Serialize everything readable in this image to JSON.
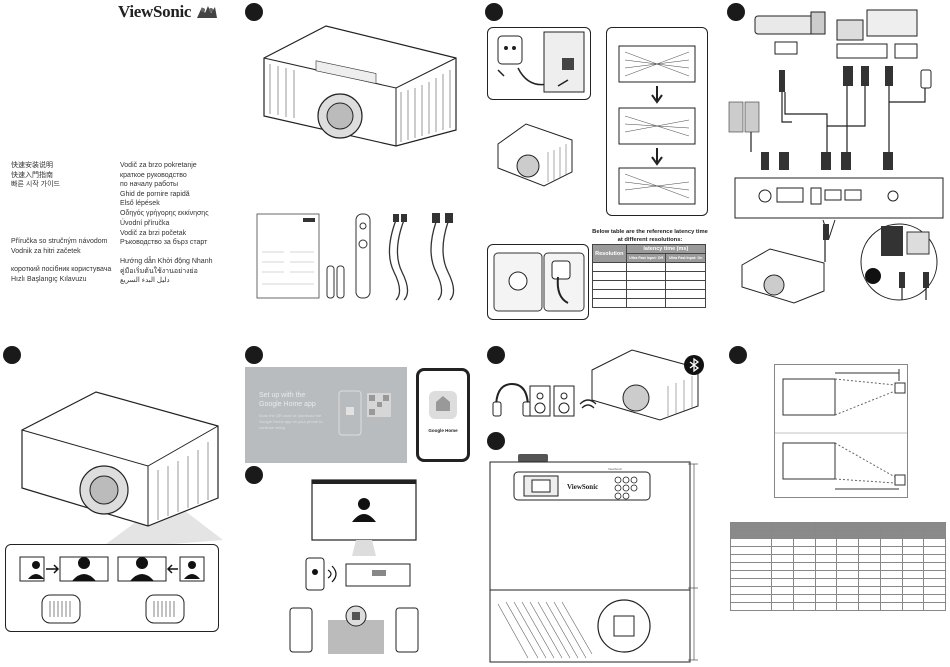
{
  "brand": {
    "name": "ViewSonic"
  },
  "languages": {
    "left_block_1": [
      "快速安装说明",
      "快速入門指南",
      "빠른 시작 가이드"
    ],
    "left_block_2": [
      "Příručka so stručným návodom",
      "Vodnik za hitri začetek"
    ],
    "left_block_3": [
      "короткий посібник користувача",
      "Hızlı Başlangıç Kılavuzu"
    ],
    "right_block_1": [
      "Vodič za brzo pokretanje",
      "краткое руководство",
      "по началу работы",
      "Ghid de pornire rapidă",
      "Első lépések",
      "Οδηγός γρήγορης εκκίνησης"
    ],
    "right_block_2": [
      "Úvodní příručka",
      "Vodič za brzi početak",
      "Ръководство за бърз старт"
    ],
    "right_block_3": [
      "Hướng dẫn Khởi động Nhanh",
      "คู่มือเริ่มต้นใช้งานอย่างย่อ",
      "دليل البدء السريع"
    ]
  },
  "latency": {
    "note_line1": "Below table are the reference latency time",
    "note_line2": "at different resolutions:",
    "col_resolution": "Resolution",
    "col_latency": "latency time (ms)",
    "sub_cols": [
      "Ultra Fast Input: Off",
      "Ultra Fast Input: On"
    ],
    "rows": [
      [
        "",
        "",
        ""
      ],
      [
        "",
        "",
        ""
      ],
      [
        "",
        "",
        ""
      ],
      [
        "",
        "",
        ""
      ],
      [
        "",
        "",
        ""
      ]
    ]
  },
  "google_home": {
    "title": "Set up with the Google Home app",
    "body": "Scan the QR code or download the Google Home app on your phone to continue setup.",
    "app_label": "Google Home"
  },
  "panel": {
    "projector_brand": "ViewSonic",
    "box_brand": "ViewSonic"
  }
}
